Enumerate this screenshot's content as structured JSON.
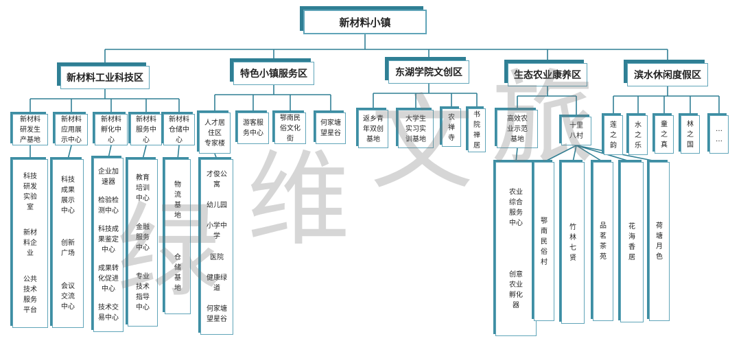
{
  "root": {
    "label": "新材料小镇"
  },
  "zones": [
    {
      "label": "新材料工业科技区"
    },
    {
      "label": "特色小镇服务区"
    },
    {
      "label": "东湖学院文创区"
    },
    {
      "label": "生态农业康养区"
    },
    {
      "label": "滨水休闲度假区"
    }
  ],
  "subs": [
    "新材料\n研发生\n产基地",
    "新材料\n应用展\n示中心",
    "新材料\n孵化中\n心",
    "新材料\n服务中\n心",
    "新材料\n仓储中\n心",
    "人才居\n住区\n专家楼",
    "游客服\n务中心",
    "鄂南民\n俗文化\n街",
    "何家塘\n望星谷",
    "返乡青\n年双创\n基地",
    "大学生\n实习实\n训基地",
    "农\n禅\n寺",
    "书\n院\n禅\n居",
    "高效农\n业示范\n基地",
    "十里\n八村",
    "莲\n之\n韵",
    "水\n之\n乐",
    "童\n之\n真",
    "林\n之\n国",
    "…\n…"
  ],
  "cols": [
    [
      "科技\n研发\n实验\n室",
      "新材\n料企\n业",
      "公共\n技术\n服务\n平台"
    ],
    [
      "科技\n成果\n展示\n中心",
      "创新\n广场",
      "会议\n交流\n中心"
    ],
    [
      "企业加\n速器",
      "检验检\n测中心",
      "科技成\n果鉴定\n中心",
      "成果转\n化促进\n中心",
      "技术交\n易中心"
    ],
    [
      "教育\n培训\n中心",
      "金融\n服务\n中心",
      "专业\n技术\n指导\n中心"
    ],
    [
      "物\n流\n基\n地",
      "仓\n储\n基\n地"
    ],
    [
      "才俊公\n寓",
      "幼儿园",
      "小学中\n学",
      "医院",
      "健康绿\n道",
      "何家塘\n望星谷"
    ],
    [
      "农业\n综合\n服务\n中心",
      "创意\n农业\n孵化\n器"
    ],
    [
      "鄂\n南\n民\n俗\n村"
    ],
    [
      "竹\n林\n七\n贤"
    ],
    [
      "品\n茗\n茶\n苑"
    ],
    [
      "花\n海\n香\n居"
    ],
    [
      "荷\n塘\n月\n色"
    ]
  ],
  "watermark": [
    "绿",
    "维",
    "文",
    "旅"
  ]
}
